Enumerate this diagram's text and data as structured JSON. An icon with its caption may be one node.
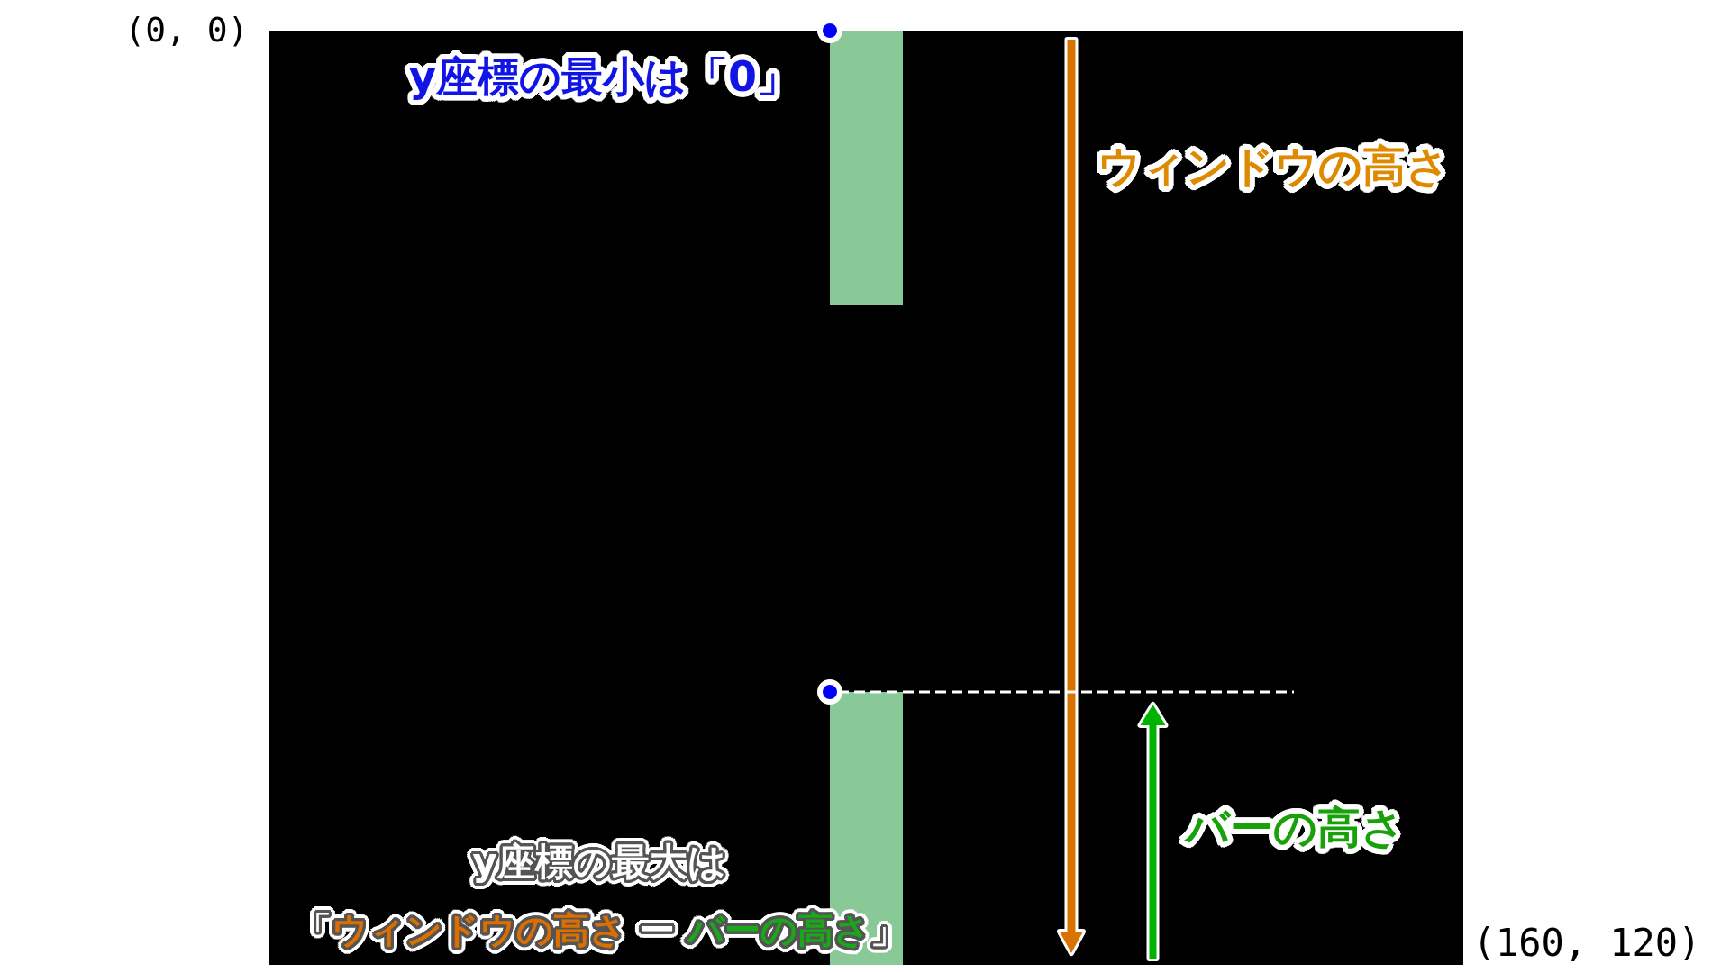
{
  "diagram": {
    "nodes": [
      {
        "text": [],
        "shape": "bar"
      },
      {
        "text": [],
        "shape": "bar"
      }
    ],
    "labels": [
      "(0, 0)",
      "y座標の最小は「0」",
      "ウィンドウの高さ",
      "バーの高さ",
      "y座標の最大は",
      "「ウィンドウの高さ ー バーの高さ」",
      "(160, 120)"
    ]
  }
}
